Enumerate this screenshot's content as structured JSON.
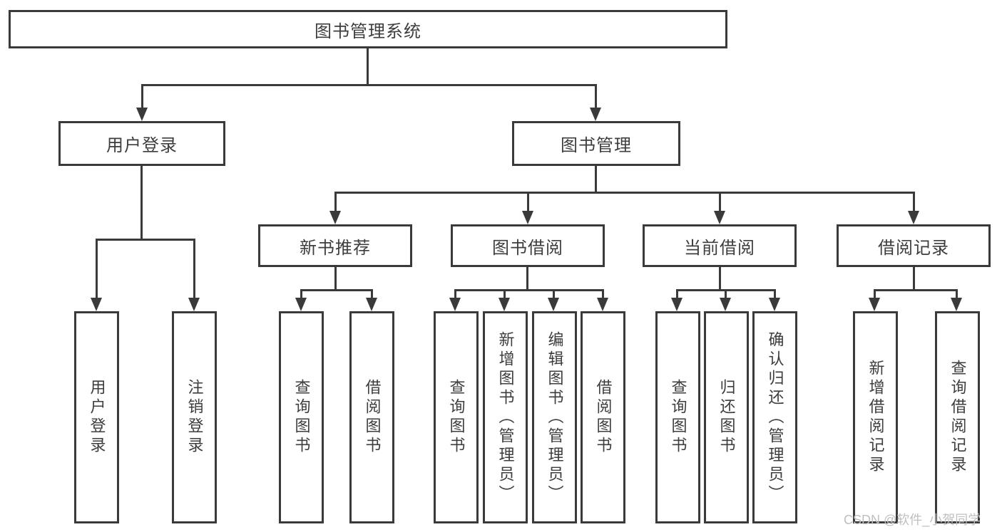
{
  "colors": {
    "line": "#3a3a3a",
    "text": "#3d3d3d",
    "background": "#ffffff",
    "watermark": "#bfbfbf"
  },
  "root": {
    "label": "图书管理系统"
  },
  "user_login": {
    "label": "用户登录",
    "leaves": [
      "用户登录",
      "注销登录"
    ]
  },
  "book_management": {
    "label": "图书管理",
    "sections": [
      {
        "label": "新书推荐",
        "leaves": [
          "查询图书",
          "借阅图书"
        ]
      },
      {
        "label": "图书借阅",
        "leaves": [
          "查询图书",
          "新增图书（管理员）",
          "编辑图书（管理员）",
          "借阅图书"
        ]
      },
      {
        "label": "当前借阅",
        "leaves": [
          "查询图书",
          "归还图书",
          "确认归还（管理员）"
        ]
      },
      {
        "label": "借阅记录",
        "leaves": [
          "新增借阅记录",
          "查询借阅记录"
        ]
      }
    ]
  },
  "watermark": "CSDN @软件_小贺同学"
}
